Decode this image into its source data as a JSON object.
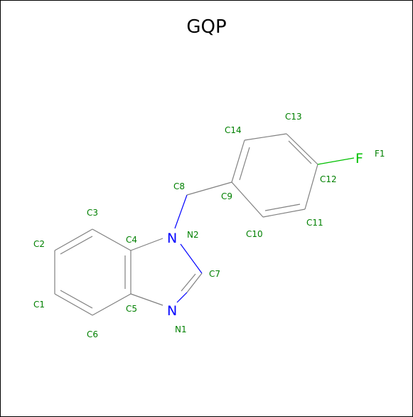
{
  "title": "GQP",
  "colors": {
    "carbon_label": "#008000",
    "nitrogen": "#0000ff",
    "fluorine": "#00c000",
    "bond": "#808080"
  },
  "atoms": {
    "n1_symbol": "N",
    "n2_symbol": "N",
    "f1_symbol": "F"
  },
  "labels": {
    "C1": "C1",
    "C2": "C2",
    "C3": "C3",
    "C4": "C4",
    "C5": "C5",
    "C6": "C6",
    "C7": "C7",
    "C8": "C8",
    "C9": "C9",
    "C10": "C10",
    "C11": "C11",
    "C12": "C12",
    "C13": "C13",
    "C14": "C14",
    "N1": "N1",
    "N2": "N2",
    "F1": "F1"
  }
}
